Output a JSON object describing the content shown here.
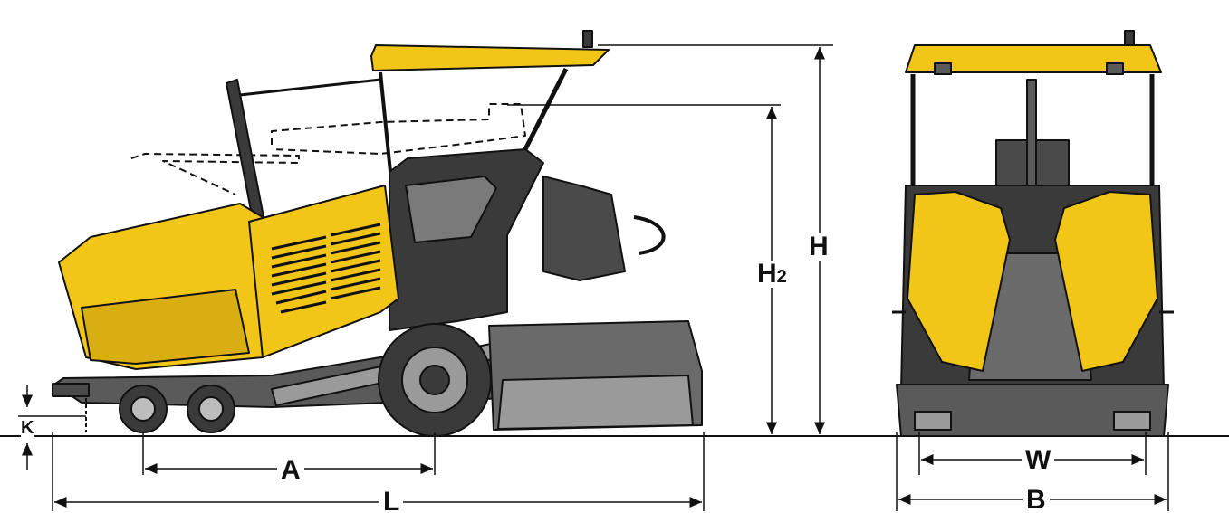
{
  "labels": {
    "H": "H",
    "H2_main": "H",
    "H2_sub": "2",
    "A": "A",
    "L": "L",
    "K": "K",
    "W": "W",
    "B": "B"
  },
  "colors": {
    "yellow": "#F2C617",
    "yellow_dark": "#C89E0C",
    "grey_dark": "#3a3a3a",
    "grey_mid": "#8a8a8a",
    "grey_light": "#bdbdbd",
    "outline": "#111111"
  }
}
